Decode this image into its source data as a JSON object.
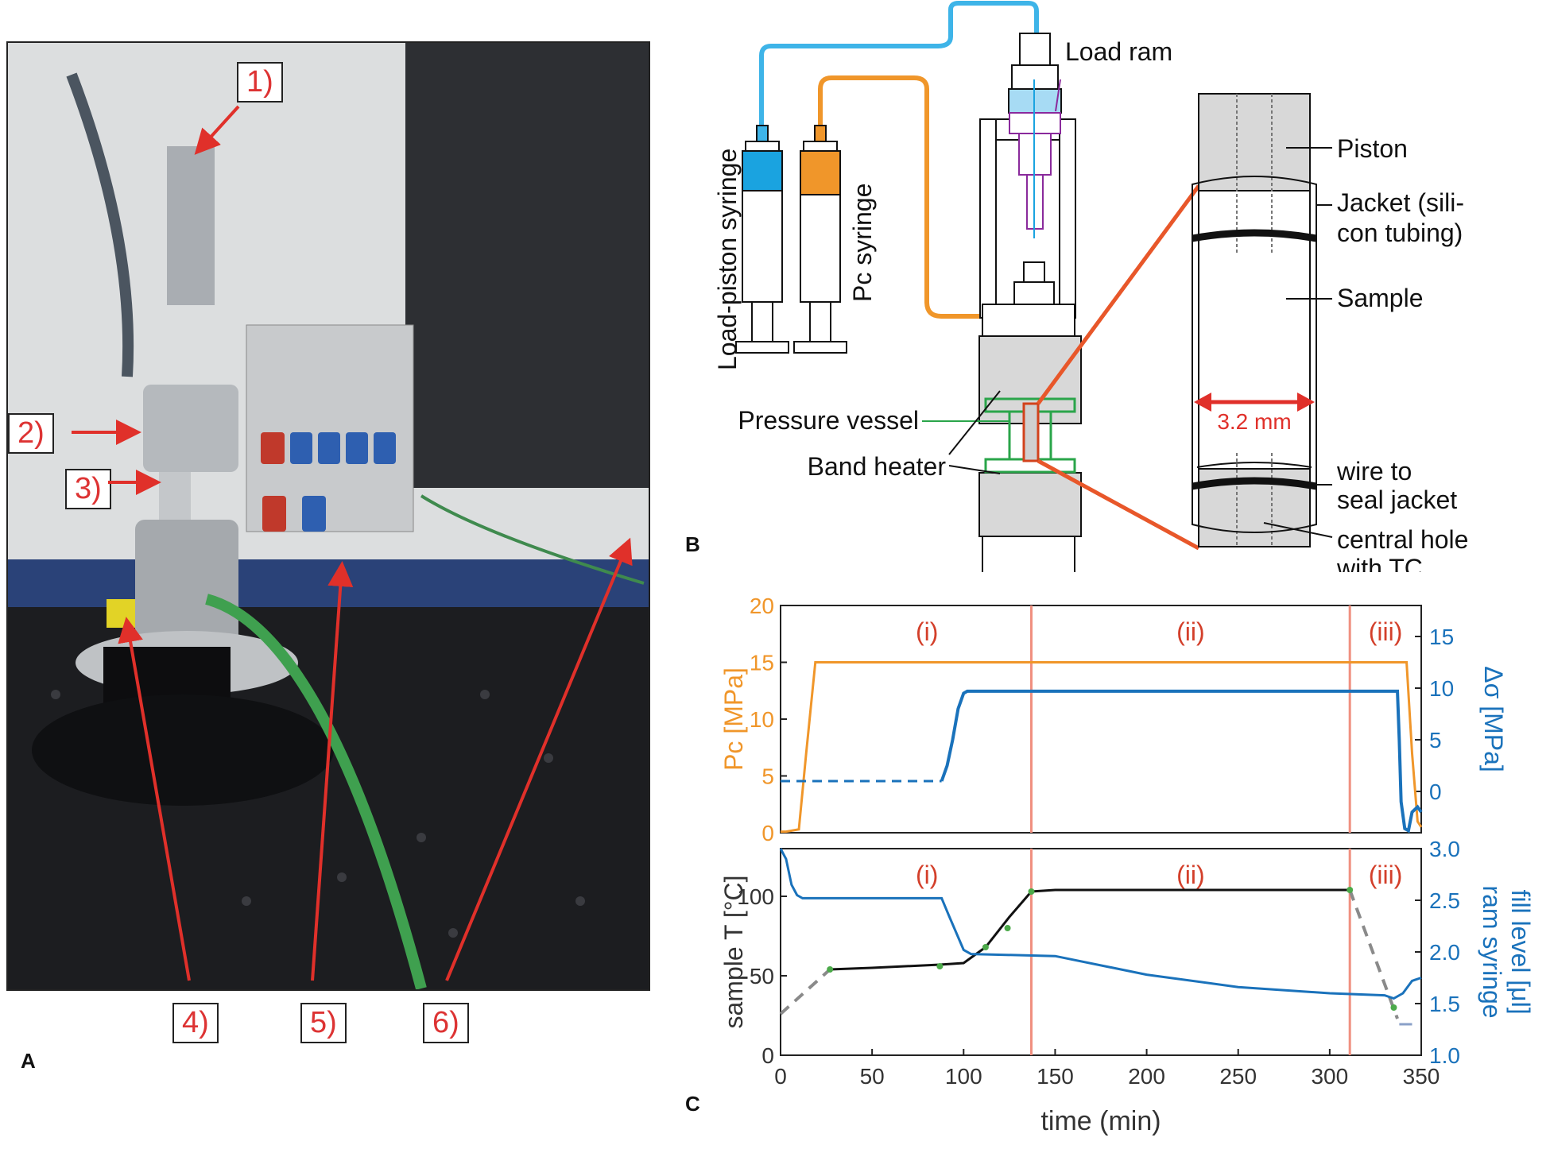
{
  "panel_a": {
    "letter": "A",
    "labels": [
      "1)",
      "2)",
      "3)",
      "4)",
      "5)",
      "6)"
    ]
  },
  "panel_b": {
    "letter": "B",
    "load_ram": "Load ram",
    "load_piston_syringe": "Load-piston syringe",
    "pc_syringe": "Pc syringe",
    "pressure_vessel": "Pressure vessel",
    "band_heater": "Band heater",
    "piston": "Piston",
    "jacket_1": "Jacket (sili-",
    "jacket_2": "con tubing)",
    "sample": "Sample",
    "dimension": "3.2 mm",
    "wire_1": "wire to",
    "wire_2": "seal jacket",
    "hole_1": "central hole",
    "hole_2": "with TC"
  },
  "panel_c": {
    "letter": "C"
  },
  "colors": {
    "pc": "#f0962a",
    "blue": "#1a72bb",
    "phase_line": "#f09080",
    "temp": "#111111",
    "temp_dashed": "#8a8a8a",
    "marker": "#4caa4a",
    "annotation_red": "#d33f2a"
  },
  "chart_data": [
    {
      "type": "line",
      "xlim": [
        0,
        350
      ],
      "phase_boundaries": [
        137,
        311
      ],
      "phase_labels": [
        "(i)",
        "(ii)",
        "(iii)"
      ],
      "left_axis": {
        "label": "Pc [MPa]",
        "lim": [
          0,
          20
        ],
        "ticks": [
          0,
          5,
          10,
          15,
          20
        ]
      },
      "right_axis": {
        "label": "Δσ [MPa]",
        "lim": [
          -4,
          18
        ],
        "ticks": [
          0,
          5,
          10,
          15
        ]
      },
      "series": [
        {
          "name": "Pc",
          "axis": "left",
          "color": "#f0962a",
          "x": [
            0,
            3,
            10,
            14,
            19,
            50,
            100,
            150,
            200,
            250,
            300,
            342,
            345,
            348,
            350
          ],
          "y": [
            0.1,
            0.1,
            0.3,
            7,
            15,
            15,
            15,
            15,
            15,
            15,
            15,
            15,
            7,
            1,
            0.5
          ]
        },
        {
          "name": "Δσ",
          "axis": "right",
          "color": "#1a72bb",
          "x": [
            0,
            88,
            88,
            91,
            94,
            97,
            100,
            102,
            150,
            200,
            250,
            300,
            337,
            338,
            339,
            341,
            343,
            345,
            348,
            350
          ],
          "y": [
            1,
            1,
            1,
            2.5,
            5,
            8,
            9.5,
            9.7,
            9.7,
            9.7,
            9.7,
            9.7,
            9.7,
            5,
            -1,
            -3.6,
            -3.8,
            -2,
            -1.5,
            -2
          ]
        }
      ]
    },
    {
      "type": "line",
      "xlim": [
        0,
        350
      ],
      "xlabel": "time (min)",
      "xticks": [
        0,
        50,
        100,
        150,
        200,
        250,
        300,
        350
      ],
      "phase_boundaries": [
        137,
        311
      ],
      "phase_labels": [
        "(i)",
        "(ii)",
        "(iii)"
      ],
      "left_axis": {
        "label": "sample T [°C]",
        "lim": [
          0,
          130
        ],
        "ticks": [
          0,
          50,
          100
        ]
      },
      "right_axis": {
        "label": "ram syringe fill level [μl]",
        "lim": [
          1.0,
          3.0
        ],
        "ticks": [
          1.0,
          1.5,
          2.0,
          2.5,
          3.0
        ]
      },
      "series": [
        {
          "name": "sample T (measured)",
          "axis": "left",
          "color": "#111111",
          "x": [
            27,
            50,
            87,
            100,
            112,
            125,
            137,
            150,
            200,
            250,
            311
          ],
          "y": [
            54,
            55,
            57,
            58,
            68,
            87,
            103,
            104,
            104,
            104,
            104
          ]
        },
        {
          "name": "sample T (interpolated start)",
          "axis": "left",
          "color": "#8a8a8a",
          "dashed": true,
          "x": [
            0,
            27
          ],
          "y": [
            26,
            54
          ]
        },
        {
          "name": "sample T (interpolated end)",
          "axis": "left",
          "color": "#8a8a8a",
          "dashed": true,
          "x": [
            311,
            337
          ],
          "y": [
            104,
            23
          ]
        },
        {
          "name": "measurements",
          "axis": "left",
          "color": "#4caa4a",
          "marker": true,
          "x": [
            27,
            87,
            112,
            124,
            137,
            311,
            335
          ],
          "y": [
            54,
            56,
            68,
            80,
            103,
            104,
            30
          ]
        },
        {
          "name": "ram syringe fill level",
          "axis": "right",
          "color": "#1a72bb",
          "x": [
            0,
            3,
            6,
            9,
            12,
            20,
            50,
            88,
            92,
            100,
            104,
            150,
            200,
            250,
            300,
            330,
            335,
            340,
            345,
            350
          ],
          "y": [
            3.0,
            2.9,
            2.65,
            2.55,
            2.52,
            2.52,
            2.52,
            2.52,
            2.35,
            2.02,
            1.98,
            1.96,
            1.78,
            1.66,
            1.6,
            1.58,
            1.55,
            1.6,
            1.72,
            1.75
          ]
        },
        {
          "name": "ram syringe (end)",
          "axis": "right",
          "color": "#8aa0c8",
          "x": [
            338,
            345
          ],
          "y": [
            1.3,
            1.3
          ]
        }
      ]
    }
  ]
}
